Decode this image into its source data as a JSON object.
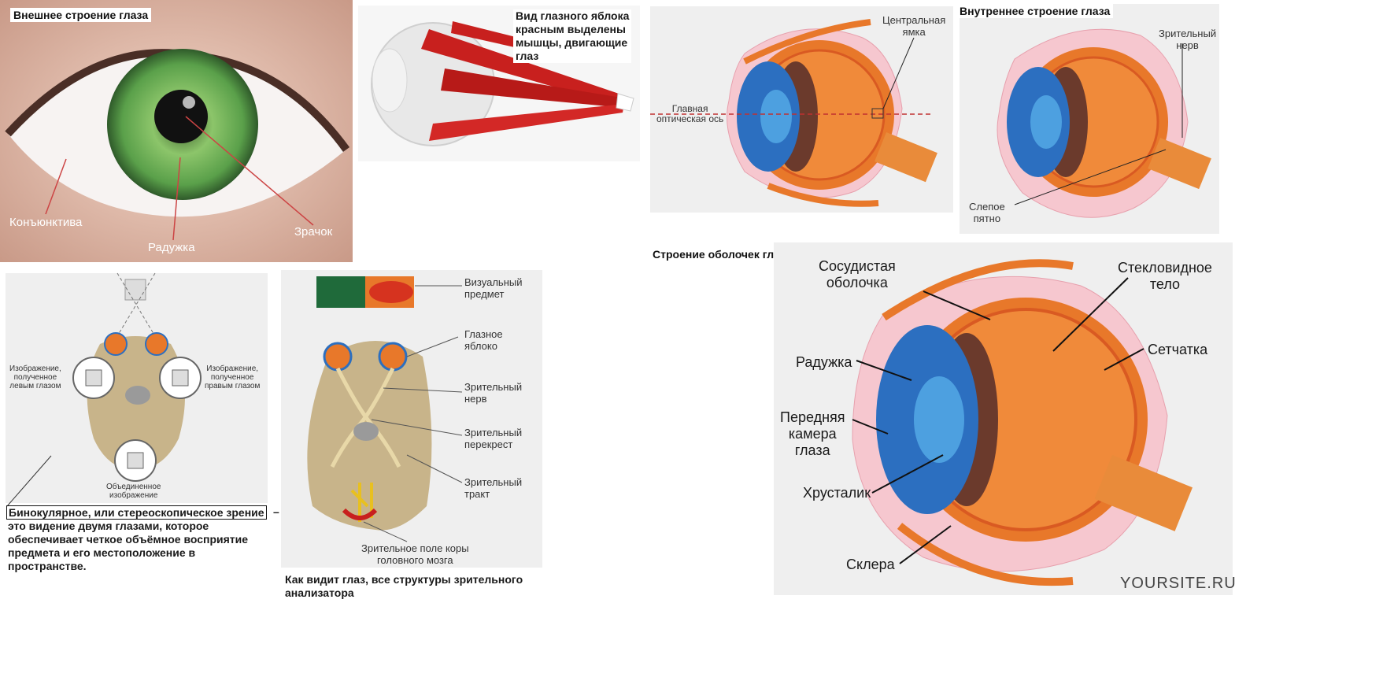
{
  "external": {
    "title": "Внешнее строение глаза",
    "conjunctiva": "Конъюнктива",
    "iris": "Радужка",
    "pupil": "Зрачок"
  },
  "muscles": {
    "caption": "Вид глазного яблока красным выделены мышцы, двигающие глаз",
    "caption_lines": [
      "Вид глазного яблока",
      "красным выделены",
      "мышцы, двигающие",
      "глаз"
    ]
  },
  "axis": {
    "fovea_lines": [
      "Центральная",
      "ямка"
    ],
    "axis_lines": [
      "Главная",
      "оптическая ось"
    ]
  },
  "internal": {
    "title": "Внутреннее строение глаза",
    "nerve_lines": [
      "Зрительный",
      "нерв"
    ],
    "blind_lines": [
      "Слепое",
      "пятно"
    ]
  },
  "binocular": {
    "left_lines": [
      "Изображение,",
      "полученное",
      "левым глазом"
    ],
    "right_lines": [
      "Изображение,",
      "полученное",
      "правым глазом"
    ],
    "combined_lines": [
      "Объединенное",
      "изображение"
    ],
    "term": "Бинокулярное, или стереоскопическое зрение",
    "dash": "–",
    "def_lines": [
      "это видение двумя глазами, которое",
      "обеспечивает четкое объёмное восприятие",
      "предмета и его местоположение в",
      "пространстве."
    ]
  },
  "analyzer": {
    "object_lines": [
      "Визуальный",
      "предмет"
    ],
    "eyeball_lines": [
      "Глазное",
      "яблоко"
    ],
    "nerve_lines": [
      "Зрительный",
      "нерв"
    ],
    "chiasm_lines": [
      "Зрительный",
      "перекрест"
    ],
    "tract_lines": [
      "Зрительный",
      "тракт"
    ],
    "cortex_lines": [
      "Зрительное поле коры",
      "головного мозга"
    ],
    "caption_lines": [
      "Как видит глаз, все структуры зрительного",
      "анализатора"
    ]
  },
  "shells": {
    "title": "Строение оболочек глаза",
    "choroid_lines": [
      "Сосудистая",
      "оболочка"
    ],
    "vitreous_lines": [
      "Стекловидное",
      "тело"
    ],
    "retina": "Сетчатка",
    "iris": "Радужка",
    "chamber_lines": [
      "Передняя",
      "камера",
      "глаза"
    ],
    "lens": "Хрусталик",
    "sclera": "Склера"
  },
  "watermark": "YOURSITE.RU",
  "colors": {
    "sclera": "#f6c7cf",
    "choroid": "#e0667a",
    "retina_orange": "#e8782a",
    "cornea_blue": "#2c6fc0",
    "muscle": "#c8201e",
    "brain": "#c8b48a",
    "iris_green": "#6abf5a"
  }
}
